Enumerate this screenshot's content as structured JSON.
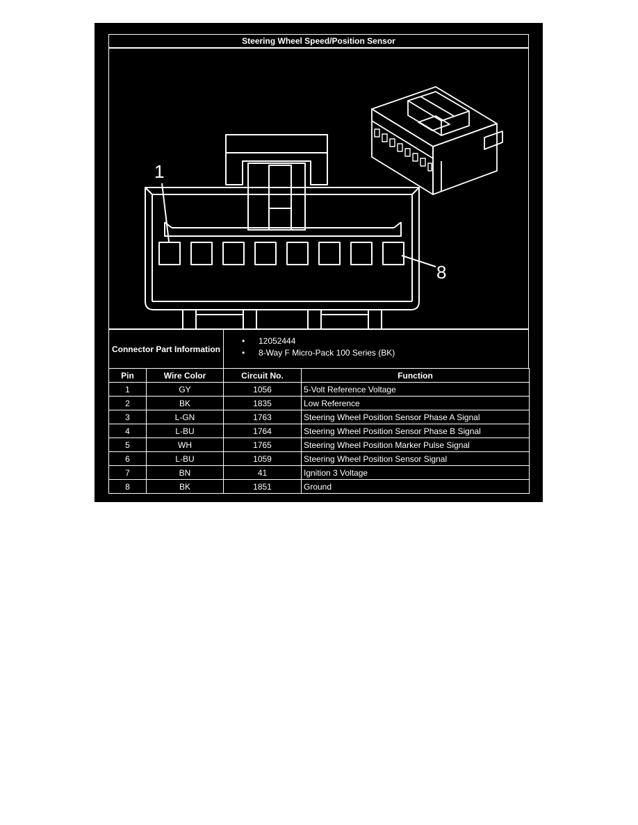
{
  "title": "Steering Wheel Speed/Position Sensor",
  "diagram": {
    "pin_first_label": "1",
    "pin_last_label": "8",
    "cavity_count": 8
  },
  "connector": {
    "label": "Connector Part Information",
    "part_numbers": [
      "12052444",
      "8-Way F Micro-Pack 100 Series (BK)"
    ]
  },
  "table": {
    "headers": [
      "Pin",
      "Wire Color",
      "Circuit No.",
      "Function"
    ],
    "rows": [
      {
        "pin": "1",
        "color": "GY",
        "circuit": "1056",
        "function": "5-Volt Reference Voltage"
      },
      {
        "pin": "2",
        "color": "BK",
        "circuit": "1835",
        "function": "Low Reference"
      },
      {
        "pin": "3",
        "color": "L-GN",
        "circuit": "1763",
        "function": "Steering Wheel Position Sensor Phase A Signal"
      },
      {
        "pin": "4",
        "color": "L-BU",
        "circuit": "1764",
        "function": "Steering Wheel Position Sensor Phase B Signal"
      },
      {
        "pin": "5",
        "color": "WH",
        "circuit": "1765",
        "function": "Steering Wheel Position Marker Pulse Signal"
      },
      {
        "pin": "6",
        "color": "L-BU",
        "circuit": "1059",
        "function": "Steering Wheel Position Sensor Signal"
      },
      {
        "pin": "7",
        "color": "BN",
        "circuit": "41",
        "function": "Ignition 3 Voltage"
      },
      {
        "pin": "8",
        "color": "BK",
        "circuit": "1851",
        "function": "Ground"
      }
    ]
  }
}
